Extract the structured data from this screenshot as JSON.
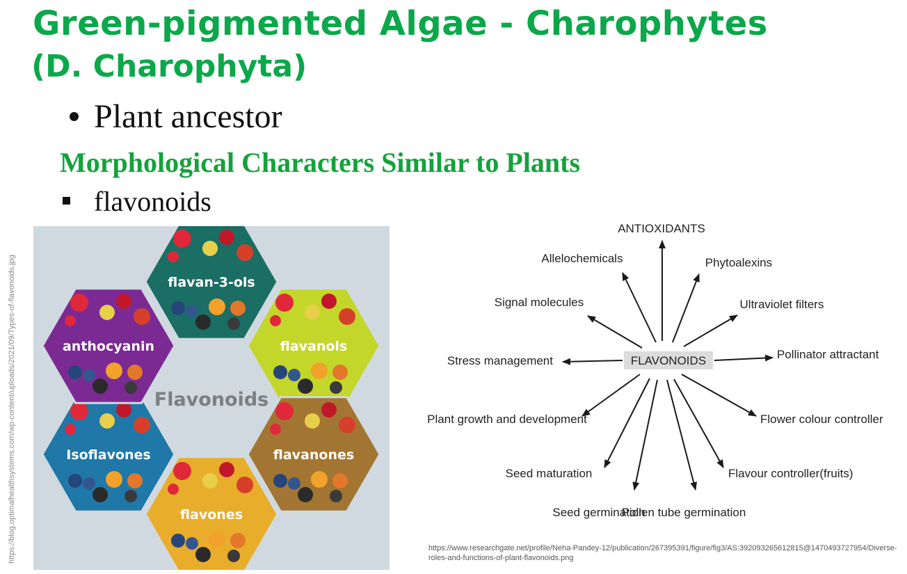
{
  "slide": {
    "title": "Green-pigmented Algae - Charophytes",
    "subtitle": "(D. Charophyta)",
    "bullet": "Plant ancestor",
    "heading": "Morphological Characters Similar to Plants",
    "subbullet": "flavonoids",
    "credit_left": "https://blog.optimalhealthsystems.com/wp-content/uploads/2021/09/Types-of-flavonoids.jpg",
    "credit_right": "https://www.researchgate.net/profile/Neha-Pandey-12/publication/267395391/figure/fig3/AS:392093265612815@1470493727954/Diverse-roles-and-functions-of-plant-flavonoids.png"
  },
  "hex_image": {
    "center_label": "Flavonoids",
    "hexes": [
      {
        "label": "flavan-3-ols",
        "color": "#1a6e63"
      },
      {
        "label": "flavanols",
        "color": "#c3d62a"
      },
      {
        "label": "flavanones",
        "color": "#a27632"
      },
      {
        "label": "flavones",
        "color": "#e9ad2c"
      },
      {
        "label": "Isoflavones",
        "color": "#1f78a8"
      },
      {
        "label": "anthocyanin",
        "color": "#7b2a93"
      }
    ]
  },
  "diagram": {
    "center": "FLAVONOIDS",
    "roles": [
      "ANTIOXIDANTS",
      "Phytoalexins",
      "Ultraviolet filters",
      "Pollinator attractant",
      "Flower colour controller",
      "Flavour controller(fruits)",
      "Pollen tube germination",
      "Seed germination",
      "Seed maturation",
      "Plant growth and development",
      "Stress management",
      "Signal molecules",
      "Allelochemicals"
    ]
  }
}
